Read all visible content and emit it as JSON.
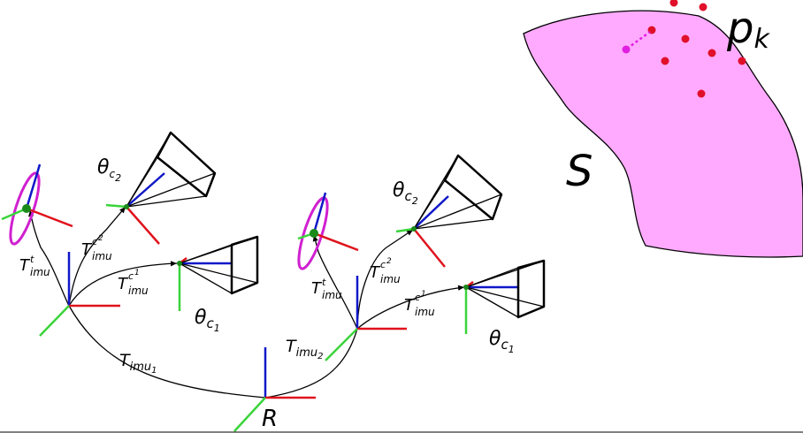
{
  "labels": {
    "surface": "S",
    "points": "p",
    "points_sub": "k",
    "reference": "R",
    "theta_c2_left": {
      "main": "θ",
      "sub": "c",
      "subsub": "2"
    },
    "theta_c1_left": {
      "main": "θ",
      "sub": "c",
      "subsub": "1"
    },
    "theta_c2_right": {
      "main": "θ",
      "sub": "c",
      "subsub": "2"
    },
    "theta_c1_right": {
      "main": "θ",
      "sub": "c",
      "subsub": "1"
    },
    "T_imu1": {
      "main": "T",
      "sub": "imu",
      "subsub": "1"
    },
    "T_imu2": {
      "main": "T",
      "sub": "imu",
      "subsub": "2"
    },
    "T_t_imu_left": {
      "main": "T",
      "sup": "t",
      "sub": "imu"
    },
    "T_c2_imu_left": {
      "main": "T",
      "sup": "c",
      "supsub": "2",
      "sub": "imu"
    },
    "T_c1_imu_left": {
      "main": "T",
      "sup": "c",
      "supsub": "1",
      "sub": "imu"
    },
    "T_t_imu_right": {
      "main": "T",
      "sup": "t",
      "sub": "imu"
    },
    "T_c2_imu_right": {
      "main": "T",
      "sup": "c",
      "supsub": "2",
      "sub": "imu"
    },
    "T_c1_imu_right": {
      "main": "T",
      "sup": "c",
      "supsub": "1",
      "sub": "imu"
    }
  },
  "colors": {
    "axis_x": "#e0121c",
    "axis_y": "#3ad43a",
    "axis_z": "#1018c8",
    "surface_fill": "#ffaaff",
    "ellipse": "#d020d0",
    "point": "#e0102a",
    "projected_point": "#e020e0",
    "origin_dot": "#1a8a1a"
  }
}
